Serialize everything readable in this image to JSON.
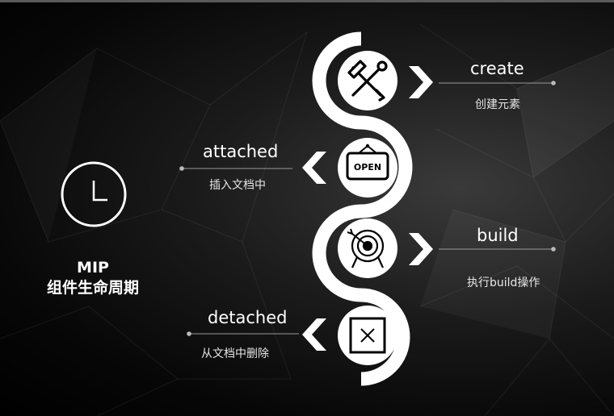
{
  "title": {
    "line1": "MIP",
    "line2": "组件生命周期"
  },
  "stages": [
    {
      "name": "create",
      "desc": "创建元素",
      "side": "right",
      "icon": "tools-icon"
    },
    {
      "name": "attached",
      "desc": "插入文档中",
      "side": "left",
      "icon": "open-sign-icon",
      "sign_text": "OPEN"
    },
    {
      "name": "build",
      "desc": "执行build操作",
      "side": "right",
      "icon": "target-icon"
    },
    {
      "name": "detached",
      "desc": "从文档中删除",
      "side": "left",
      "icon": "close-box-icon"
    }
  ],
  "colors": {
    "background": "#000000",
    "foreground": "#ffffff",
    "connector": "#9a9a9a"
  }
}
